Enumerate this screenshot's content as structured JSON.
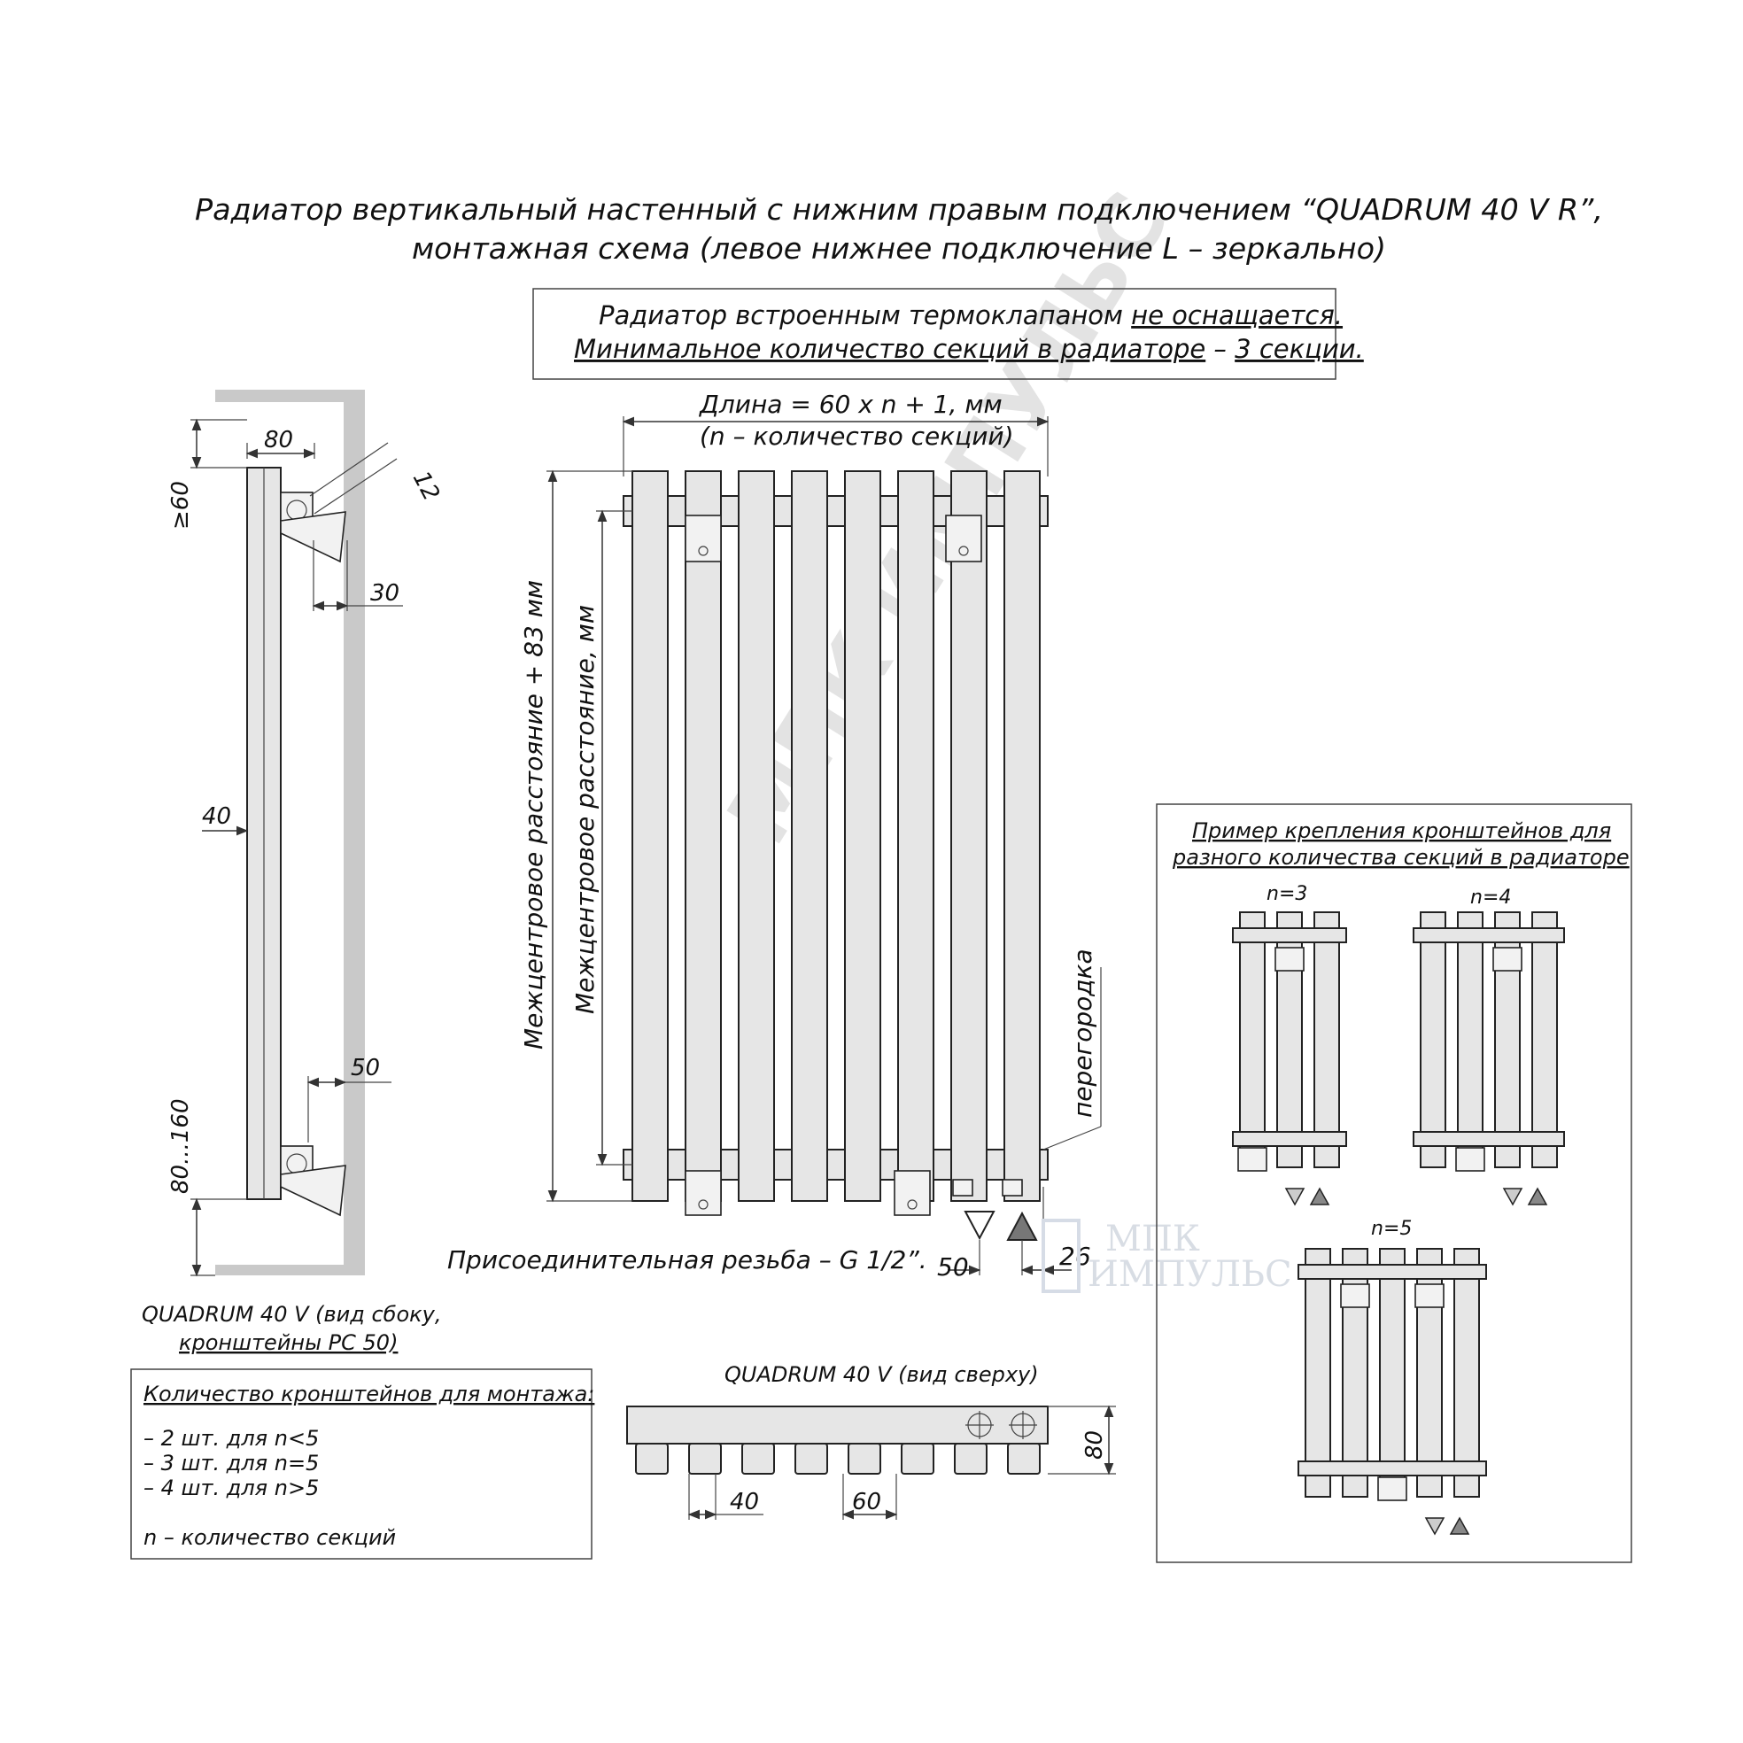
{
  "title": {
    "line1": "Радиатор вертикальный настенный с нижним правым подключением  “QUADRUM 40 V R”,",
    "line2": "монтажная схема (левое нижнее подключение L – зеркально)"
  },
  "notice": {
    "line1_prefix": "Радиатор встроенным термоклапаном ",
    "line1_underlined": "не оснащается.",
    "line2_underlined": "Минимальное количество секций в радиаторе",
    "line2_dash": " – ",
    "line2_tail": "3 секции."
  },
  "side_view": {
    "dims": {
      "width": "80",
      "top_gap": "≥60",
      "pipe": "12",
      "top_bracket": "30",
      "section": "40",
      "bottom_bracket": "50",
      "bottom_gap": "80...160"
    },
    "caption_line1": "QUADRUM 40 V (вид сбоку,",
    "caption_line2": "кронштейны PC 50)"
  },
  "front_view": {
    "length_label": "Длина = 60 х n + 1, мм",
    "n_label": "(n – количество секций)",
    "outer_label": "Межцентровое расстояние + 83 мм",
    "inner_label": "Межцентровое расстояние, мм",
    "partition_label": "перегородка",
    "thread_label": "Присоединительная резьба – G 1/2”.",
    "dim_50": "50",
    "dim_26": "26",
    "section_count": 8
  },
  "top_view": {
    "caption": "QUADRUM 40 V (вид сверху)",
    "dim_40": "40",
    "dim_60": "60",
    "dim_80": "80"
  },
  "bracket_count": {
    "title": "Количество кронштейнов для монтажа:",
    "items": [
      "– 2 шт. для n<5",
      "– 3 шт. для n=5",
      "– 4 шт. для n>5"
    ],
    "footnote": "n – количество секций"
  },
  "example": {
    "title_line1": "Пример  крепления кронштейнов для",
    "title_line2": "разного количества секций в радиаторе",
    "labels": [
      "n=3",
      "n=4",
      "n=5"
    ]
  },
  "watermark": {
    "diagonal": "МПК ИМПУЛЬС",
    "logo_line1": "МПК",
    "logo_line2": "ИМПУЛЬС"
  },
  "colors": {
    "section_fill": "#e6e6e6",
    "outline": "#222222",
    "wall": "#c9c9c9",
    "watermark": "#e3e3e3"
  }
}
